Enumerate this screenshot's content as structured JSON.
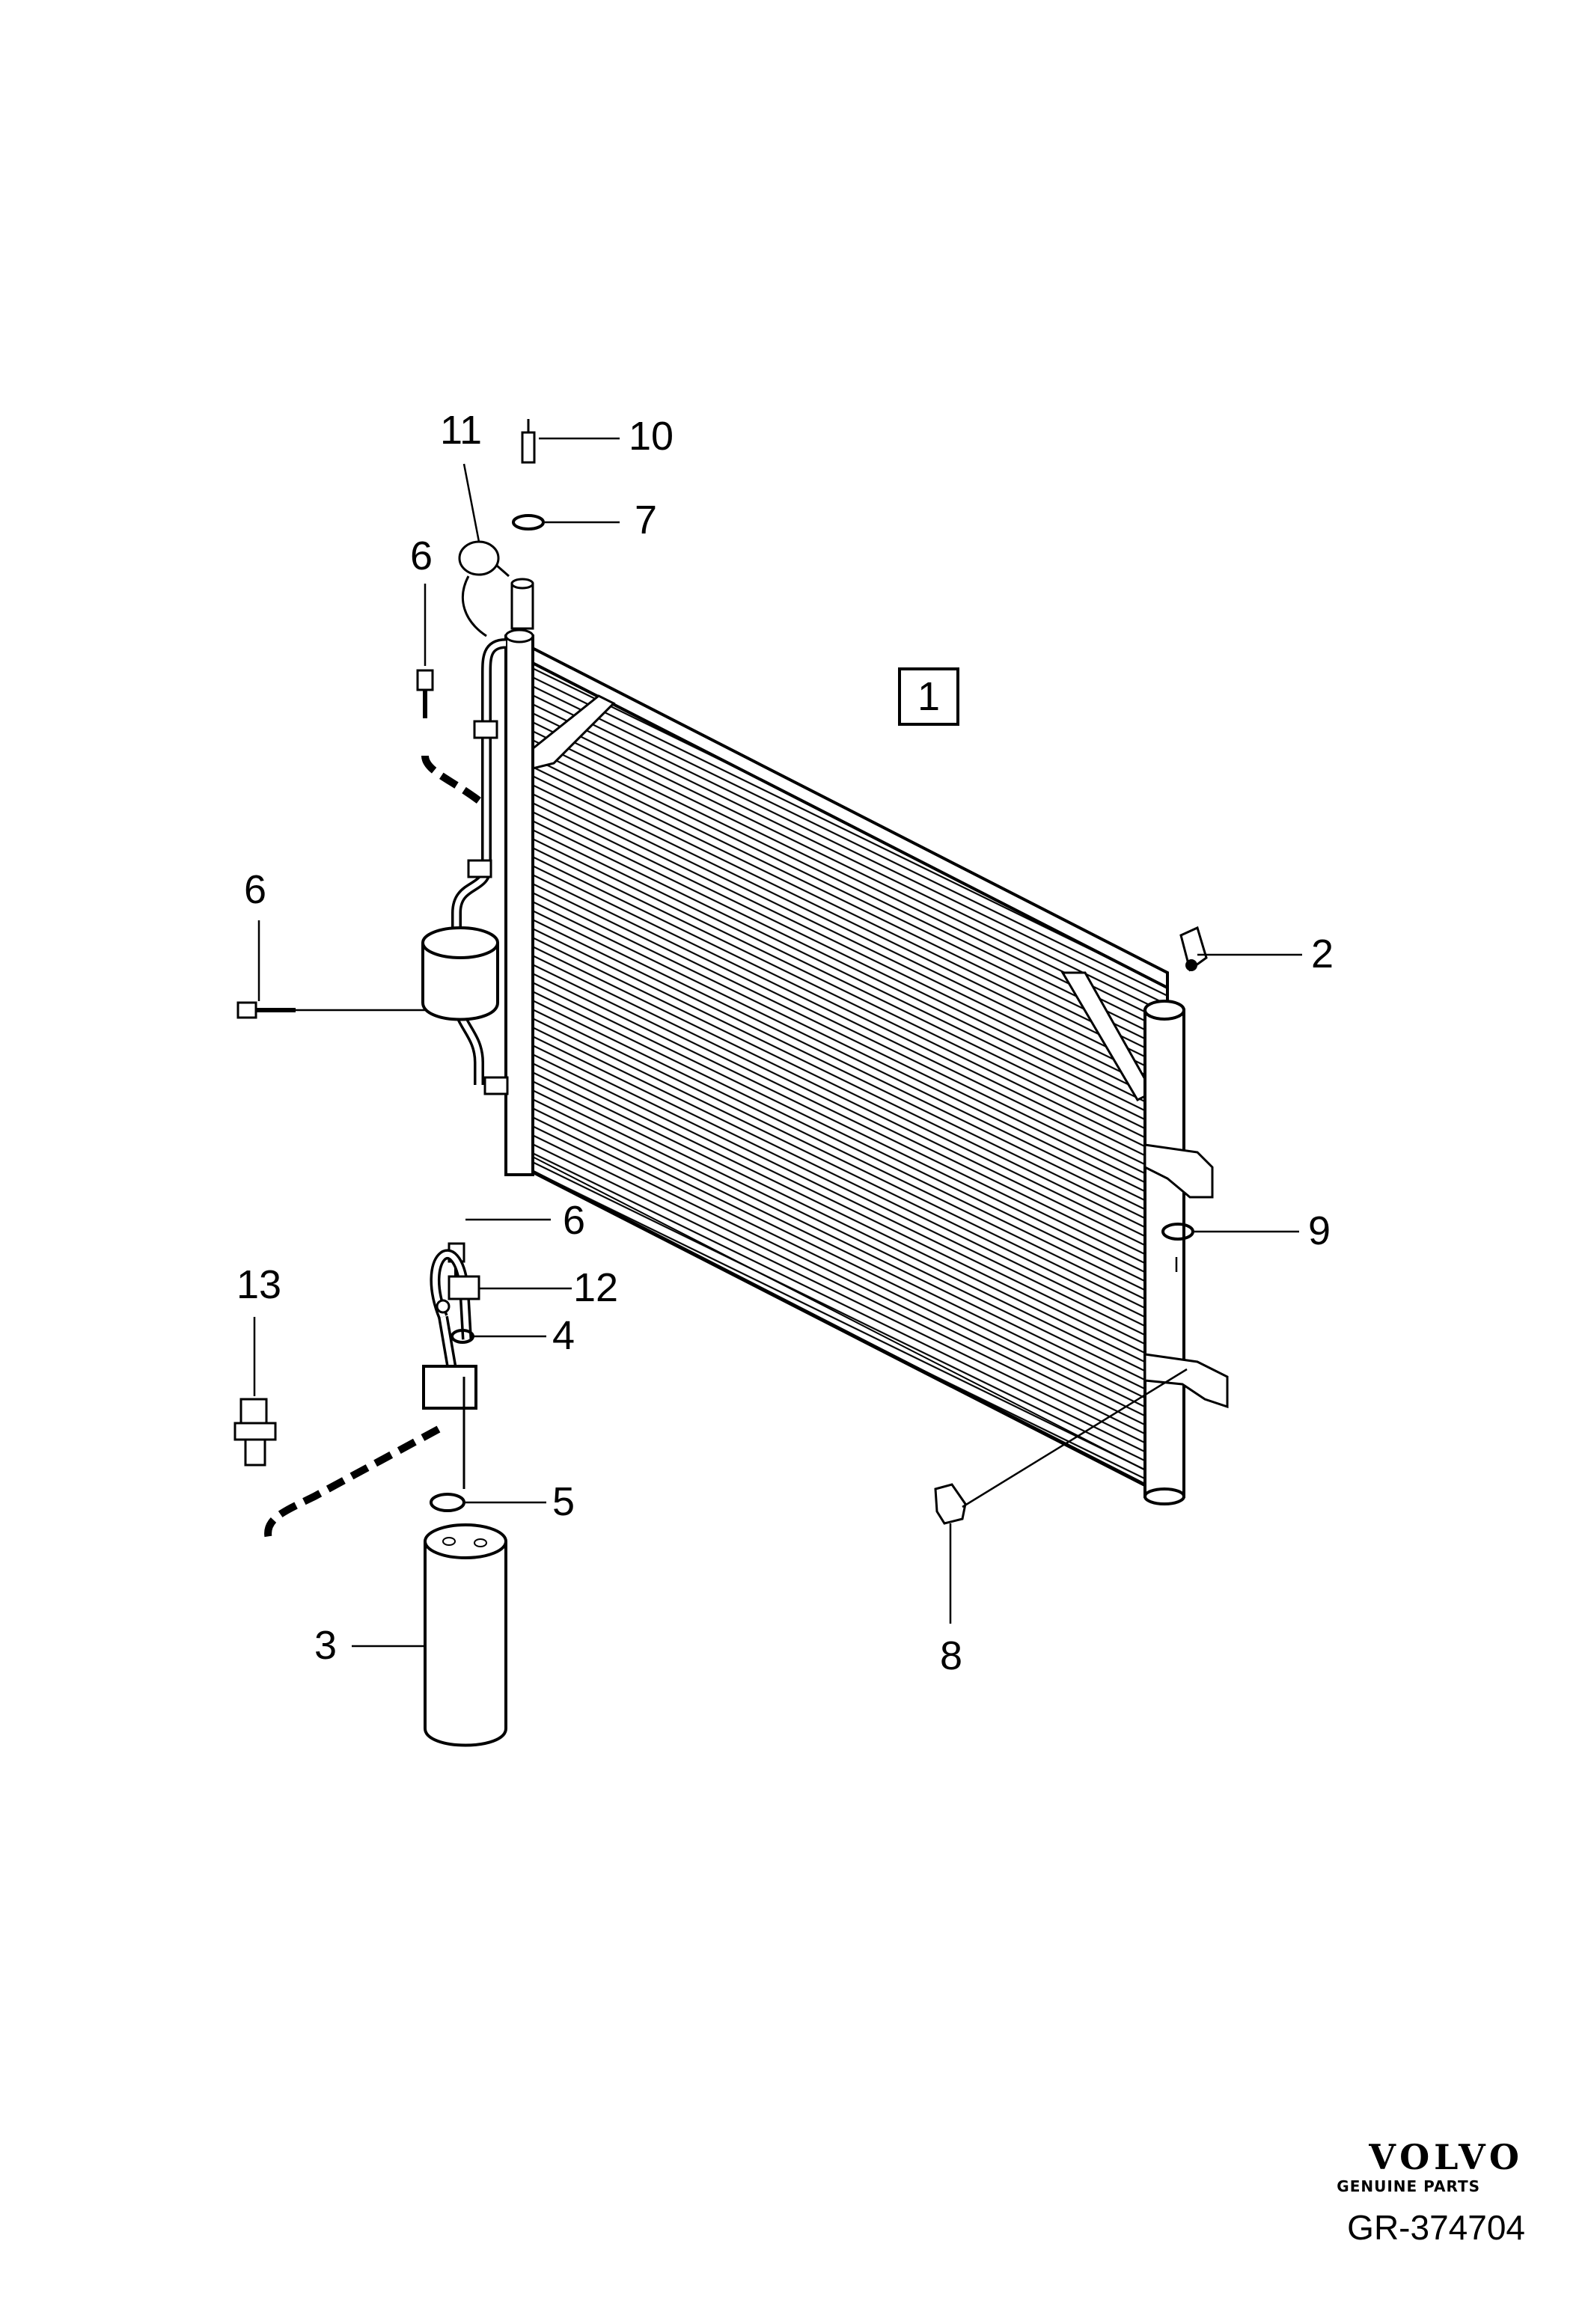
{
  "callouts": {
    "c1": "1",
    "c2": "2",
    "c3": "3",
    "c4": "4",
    "c5": "5",
    "c6a": "6",
    "c6b": "6",
    "c6c": "6",
    "c7": "7",
    "c8": "8",
    "c9": "9",
    "c10": "10",
    "c11": "11",
    "c12": "12",
    "c13": "13"
  },
  "brand": {
    "name": "VOLVO",
    "tagline": "GENUINE PARTS"
  },
  "reference": "GR-374704"
}
